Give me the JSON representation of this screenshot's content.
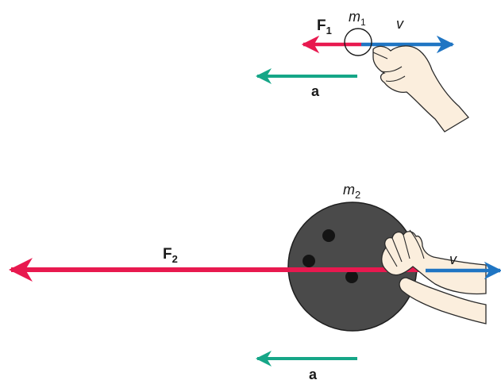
{
  "top_scene": {
    "force_label": "F",
    "force_subscript": "1",
    "mass_label": "m",
    "mass_subscript": "1",
    "velocity_label": "v",
    "accel_label": "a"
  },
  "bottom_scene": {
    "force_label": "F",
    "force_subscript": "2",
    "mass_label": "m",
    "mass_subscript": "2",
    "velocity_label": "v",
    "accel_label": "a"
  },
  "colors": {
    "force": "#e8194f",
    "velocity": "#1f75c3",
    "acceleration": "#16a687",
    "ball": "#4a4a4a",
    "ball_outline": "#1e1e1e",
    "skin": "#fbeedd",
    "skin_outline": "#2a2a2a"
  },
  "icons": {
    "small_mass": "circle-outline",
    "bowling_ball": "bowling-ball-icon",
    "hand": "hand-icon"
  }
}
